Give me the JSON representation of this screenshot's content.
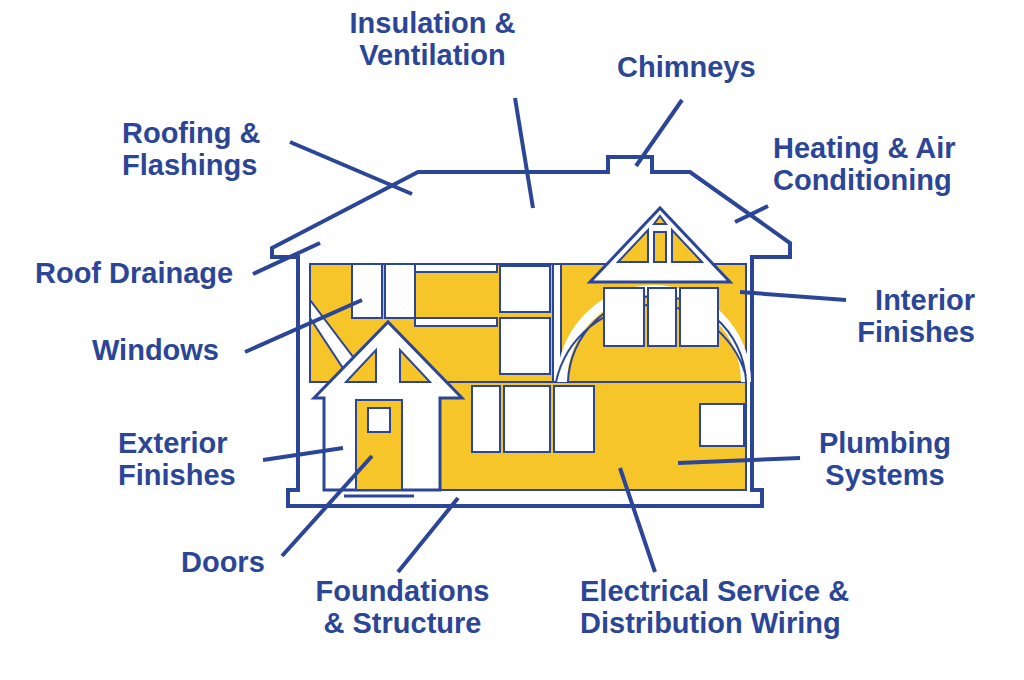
{
  "diagram": {
    "labels": [
      "Insulation & Ventilation",
      "Chimneys",
      "Roofing & Flashings",
      "Heating & Air Conditioning",
      "Roof Drainage",
      "Interior Finishes",
      "Windows",
      "Exterior Finishes",
      "Plumbing Systems",
      "Doors",
      "Foundations & Structure",
      "Electrical Service & Distribution Wiring"
    ]
  }
}
